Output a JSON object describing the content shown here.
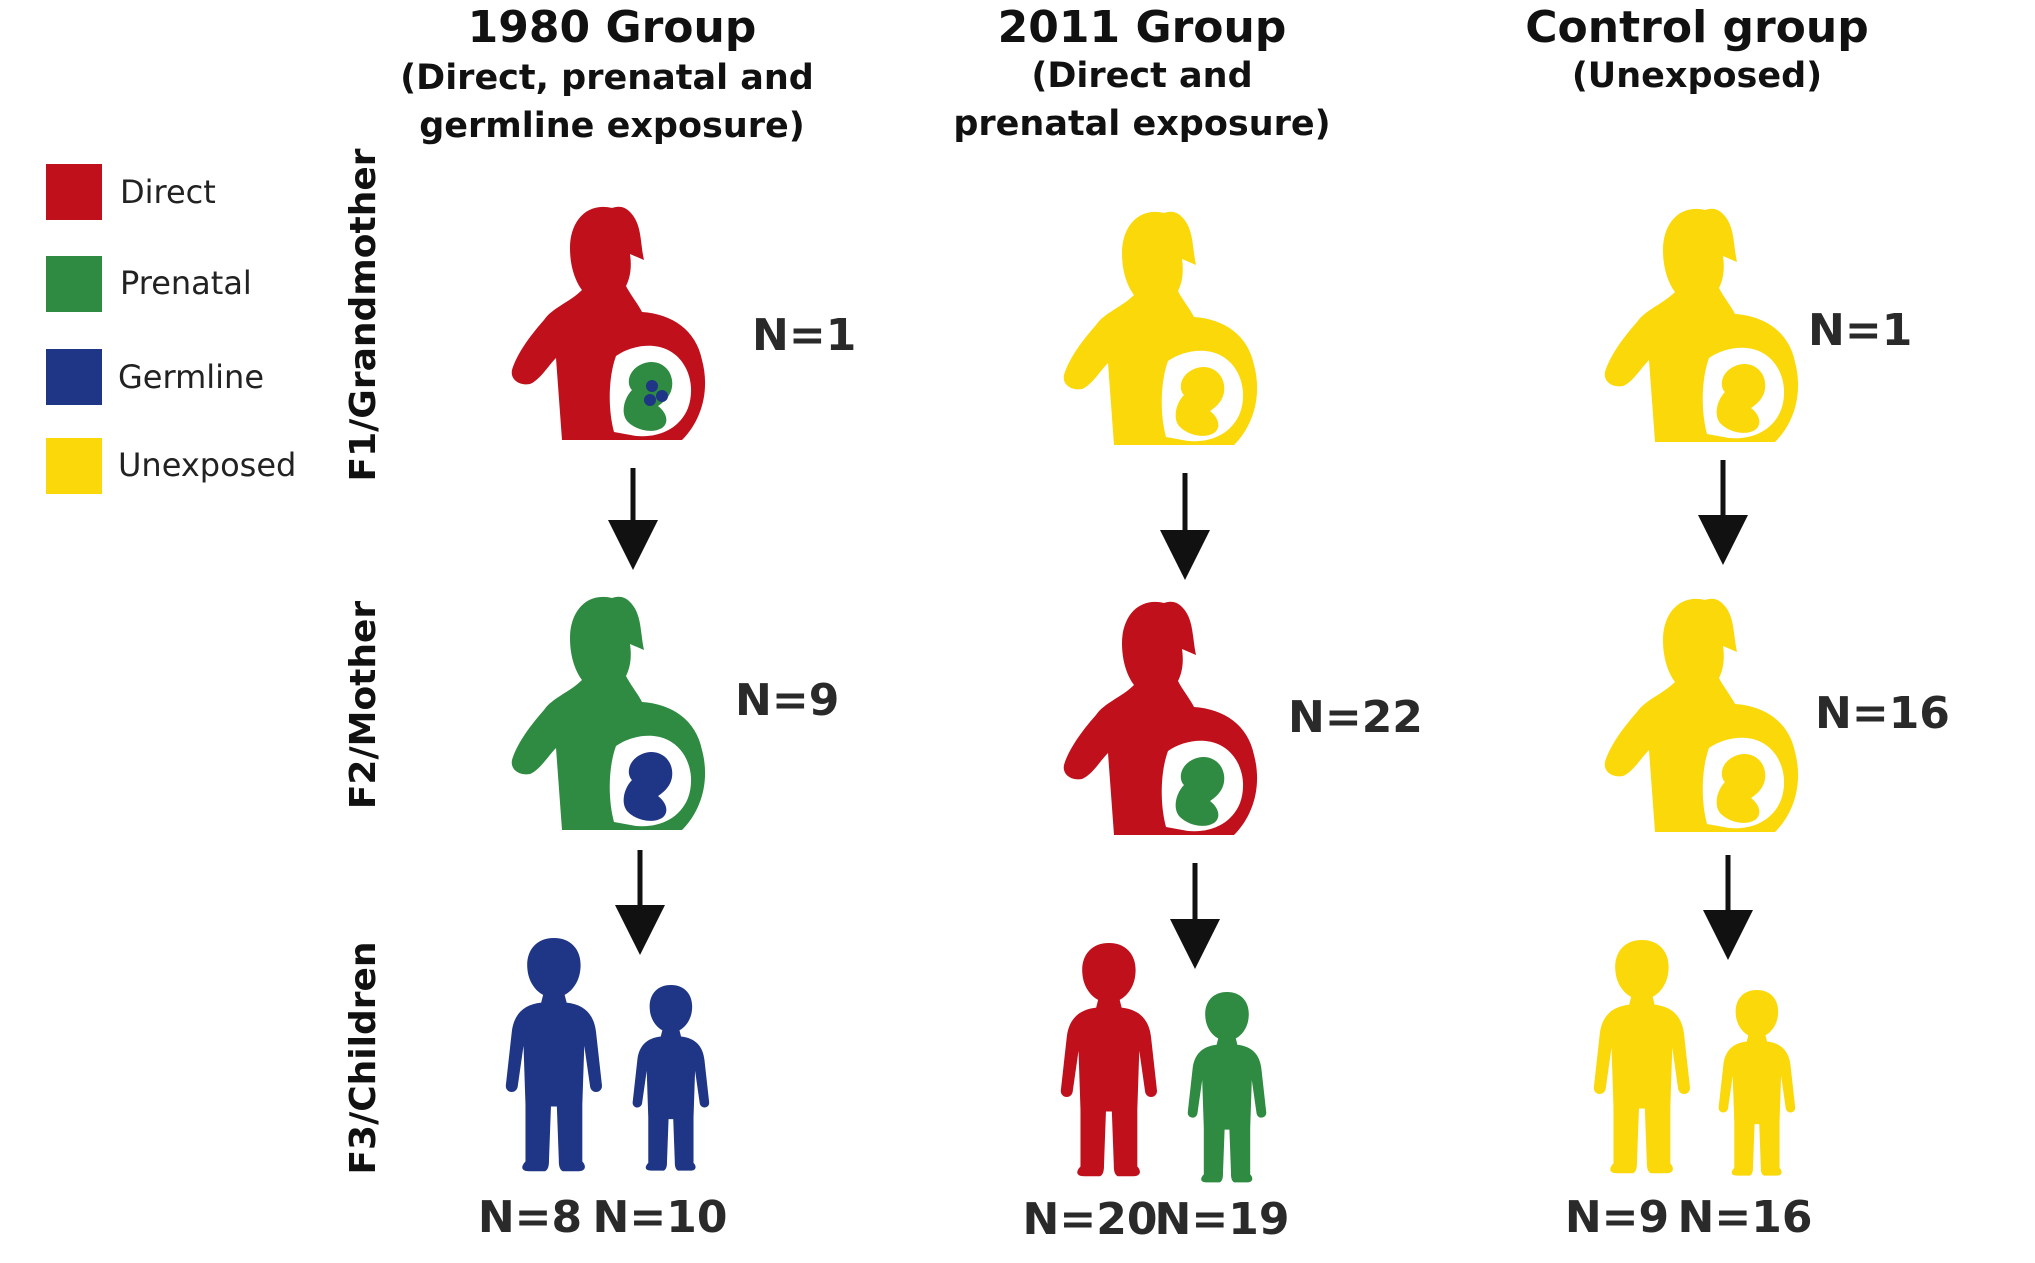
{
  "colors": {
    "direct": "#c0101b",
    "prenatal": "#2e8b41",
    "germline": "#1f3585",
    "unexposed": "#fad80a",
    "arrow": "#111111"
  },
  "legend": [
    {
      "label": "Direct",
      "color": "#c0101b"
    },
    {
      "label": "Prenatal",
      "color": "#2e8b41"
    },
    {
      "label": "Germline",
      "color": "#1f3585"
    },
    {
      "label": "Unexposed",
      "color": "#fad80a"
    }
  ],
  "generations": {
    "f1": "F1/Grandmother",
    "f2": "F2/Mother",
    "f3": "F3/Children"
  },
  "groups": [
    {
      "title": "1980 Group",
      "subtitle_lines": [
        "(Direct, prenatal and",
        "germline exposure)"
      ],
      "f1": {
        "n": "N=1",
        "body": "direct",
        "fetus": "prenatal",
        "germ": "germline"
      },
      "f2": {
        "n": "N=9",
        "body": "prenatal",
        "fetus": "germline"
      },
      "f3": {
        "child_a": {
          "n": "N=8",
          "color": "germline"
        },
        "child_b": {
          "n": "N=10",
          "color": "germline"
        }
      }
    },
    {
      "title": "2011 Group",
      "subtitle_lines": [
        "(Direct and",
        "prenatal exposure)"
      ],
      "f1": {
        "n": "",
        "body": "unexposed",
        "fetus": "unexposed"
      },
      "f2": {
        "n": "N=22",
        "body": "direct",
        "fetus": "prenatal"
      },
      "f3": {
        "child_a": {
          "n": "N=20",
          "color": "direct"
        },
        "child_b": {
          "n": "N=19",
          "color": "prenatal"
        }
      }
    },
    {
      "title": "Control group",
      "subtitle_lines": [
        "(Unexposed)"
      ],
      "f1": {
        "n": "N=1",
        "body": "unexposed",
        "fetus": "unexposed"
      },
      "f2": {
        "n": "N=16",
        "body": "unexposed",
        "fetus": "unexposed"
      },
      "f3": {
        "child_a": {
          "n": "N=9",
          "color": "unexposed"
        },
        "child_b": {
          "n": "N=16",
          "color": "unexposed"
        }
      }
    }
  ]
}
